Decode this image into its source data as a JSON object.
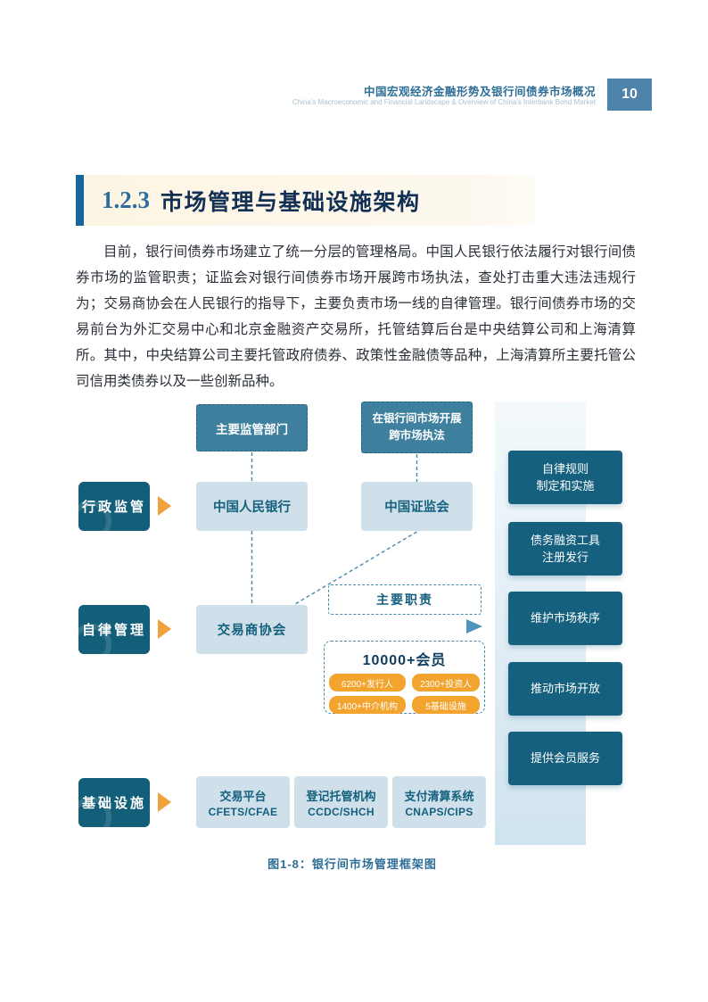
{
  "colors": {
    "header_blue": "#2e6e96",
    "dark_teal": "#14607e",
    "light_blue_box": "#cfe0ea",
    "orange": "#f2a42e",
    "cream_heading_bg": "#fdf6e8",
    "navy_title": "#122f54",
    "page_num_bg": "#4d82aa"
  },
  "header": {
    "title_zh": "中国宏观经济金融形势及银行间债券市场概况",
    "title_en": "China's Macroeconomic and Financial Landscape & Overview of China's Interbank Bond Market",
    "page_number": "10"
  },
  "section": {
    "number": "1.2.3",
    "title": "市场管理与基础设施架构"
  },
  "body": {
    "paragraph": "目前，银行间债券市场建立了统一分层的管理格局。中国人民银行依法履行对银行间债券市场的监管职责；证监会对银行间债券市场开展跨市场执法，查处打击重大违法违规行为；交易商协会在人民银行的指导下，主要负责市场一线的自律管理。银行间债券市场的交易前台为外汇交易中心和北京金融资产交易所，托管结算后台是中央结算公司和上海清算所。其中，中央结算公司主要托管政府债券、政策性金融债等品种，上海清算所主要托管公司信用类债券以及一些创新品种。"
  },
  "diagram": {
    "caption": "图1-8：银行间市场管理框架图",
    "admin_row": {
      "label": "行政监管",
      "top_left_box": "主要监管部门",
      "top_right_box": "在银行间市场开展\n跨市场执法",
      "pboc_box": "中国人民银行",
      "csrc_box": "中国证监会"
    },
    "self_reg_row": {
      "label": "自律管理",
      "nafmii_box": "交易商协会",
      "duties_title": "主要职责",
      "members_title": "10000+会员",
      "member_badges": [
        "6200+发行人",
        "2300+投资人",
        "1400+中介机构",
        "5基础设施"
      ]
    },
    "duties": [
      "自律规则\n制定和实施",
      "债务融资工具\n注册发行",
      "维护市场秩序",
      "推动市场开放",
      "提供会员服务"
    ],
    "infra_row": {
      "label": "基础设施",
      "boxes": [
        {
          "name": "交易平台",
          "code": "CFETS/CFAE"
        },
        {
          "name": "登记托管机构",
          "code": "CCDC/SHCH"
        },
        {
          "name": "支付清算系统",
          "code": "CNAPS/CIPS"
        }
      ]
    }
  }
}
